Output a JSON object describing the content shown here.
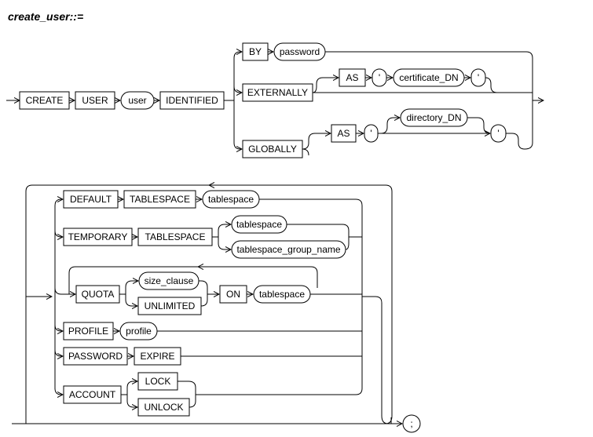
{
  "title": "create_user::=",
  "keywords": {
    "create": "CREATE",
    "user": "USER",
    "identified": "IDENTIFIED",
    "by": "BY",
    "externally": "EXTERNALLY",
    "as": "AS",
    "globally": "GLOBALLY",
    "default": "DEFAULT",
    "tablespace": "TABLESPACE",
    "temporary": "TEMPORARY",
    "quota": "QUOTA",
    "unlimited": "UNLIMITED",
    "on": "ON",
    "profile": "PROFILE",
    "password": "PASSWORD",
    "expire": "EXPIRE",
    "account": "ACCOUNT",
    "lock": "LOCK",
    "unlock": "UNLOCK"
  },
  "terms": {
    "user": "user",
    "password": "password",
    "quote": "'",
    "certificate_dn": "certificate_DN",
    "directory_dn": "directory_DN",
    "tablespace": "tablespace",
    "tablespace_group_name": "tablespace_group_name",
    "size_clause": "size_clause",
    "profile": "profile",
    "semicolon": ";"
  }
}
